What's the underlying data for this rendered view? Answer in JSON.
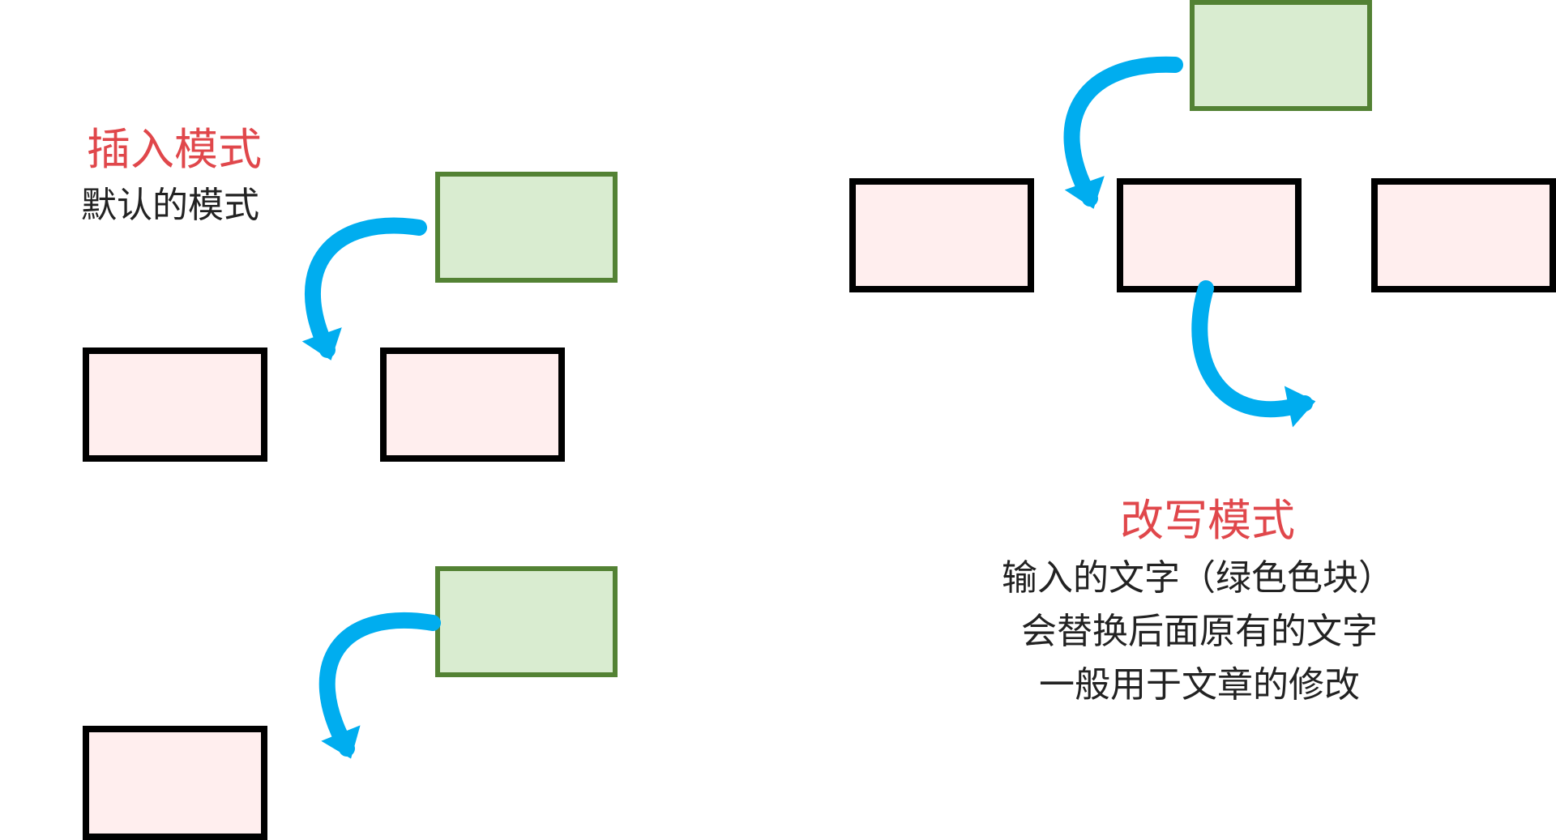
{
  "colors": {
    "title": "#e0474b",
    "text": "#222222",
    "arrow": "#00adef",
    "block_fill": "#ffeeee",
    "block_border": "#000000",
    "input_fill": "#d9ecd0",
    "input_border": "#538234"
  },
  "insert_mode": {
    "title": "插入模式",
    "subtitle": "默认的模式"
  },
  "overwrite_mode": {
    "title": "改写模式",
    "lines": [
      "输入的文字（绿色色块）",
      "会替换后面原有的文字",
      "一般用于文章的修改"
    ]
  }
}
